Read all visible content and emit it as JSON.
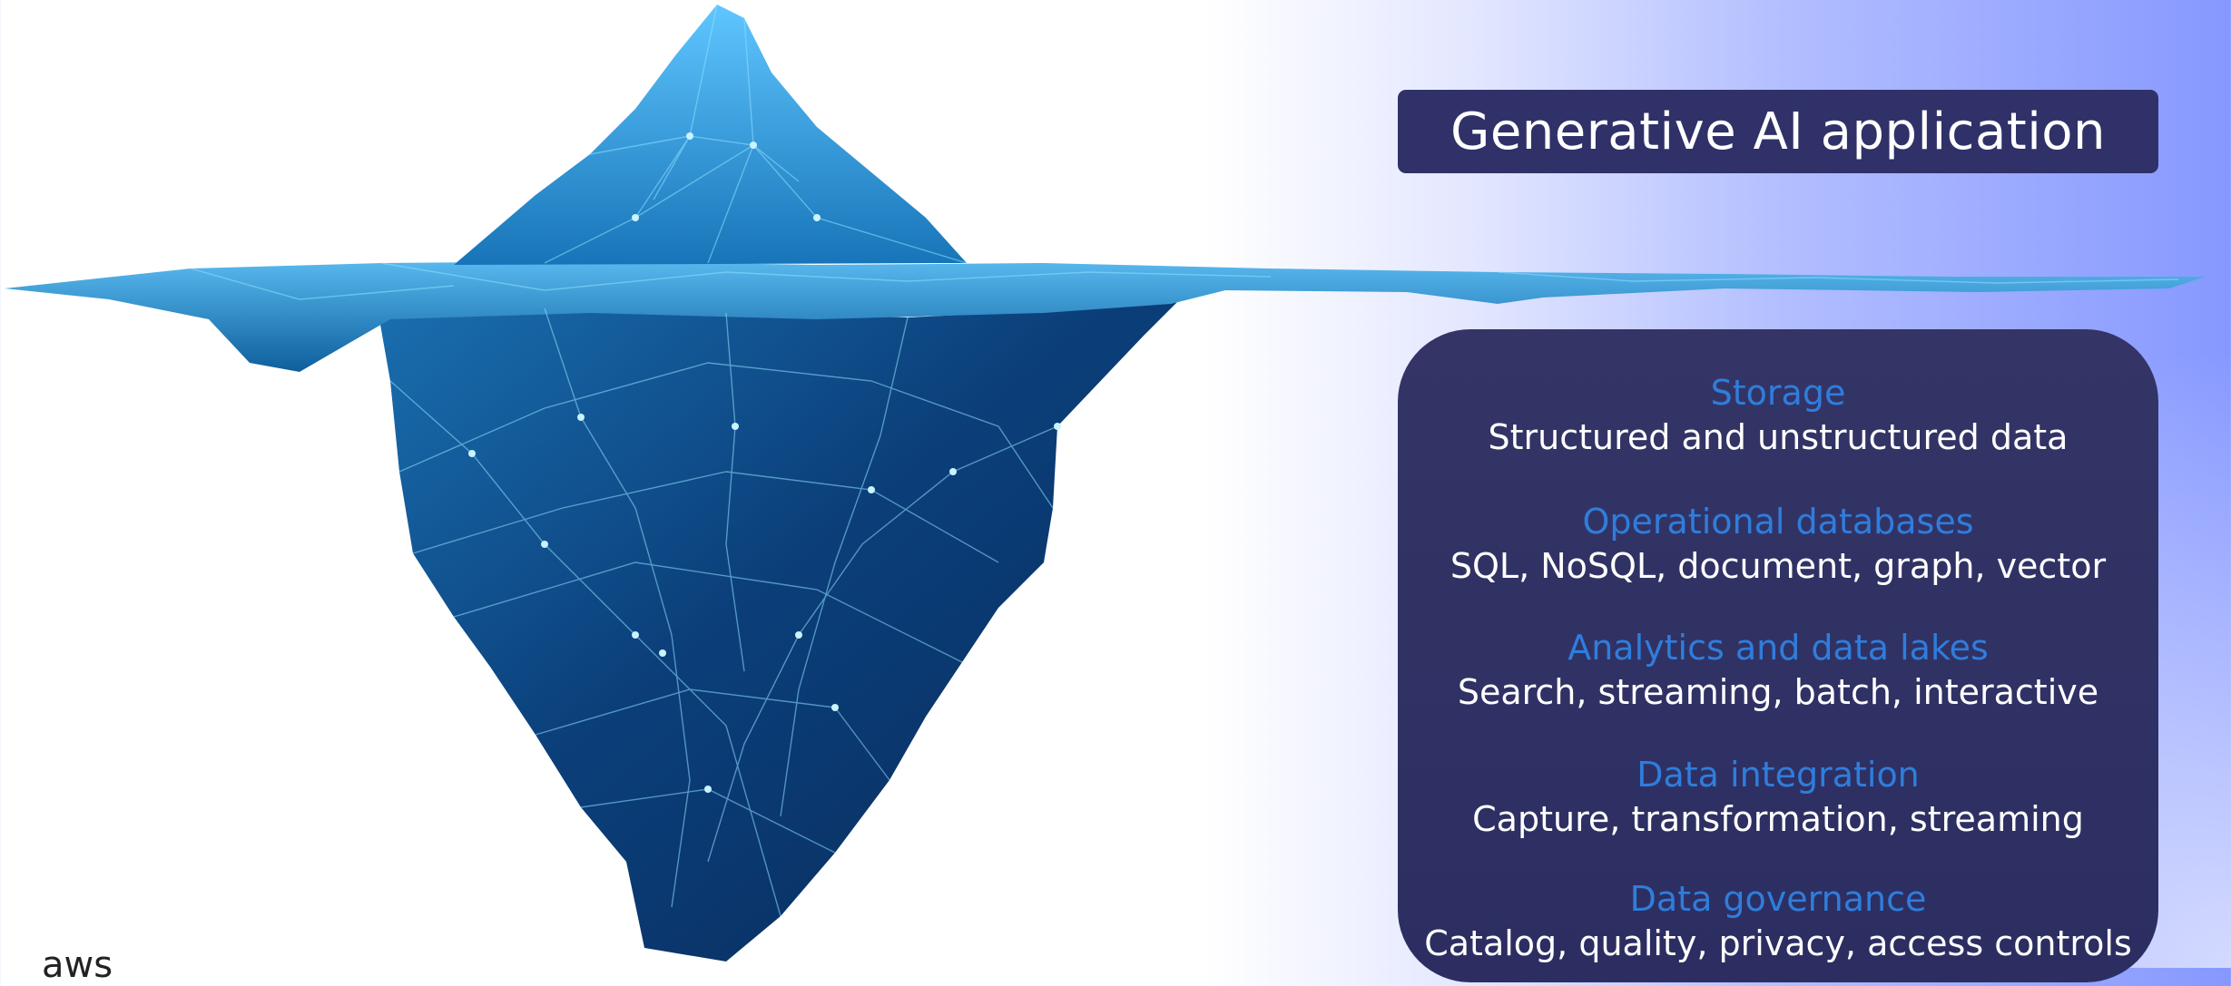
{
  "title": "Generative AI application",
  "layers": [
    {
      "title": "Storage",
      "desc": "Structured and unstructured data"
    },
    {
      "title": "Operational databases",
      "desc": "SQL, NoSQL, document, graph, vector"
    },
    {
      "title": "Analytics and data lakes",
      "desc": "Search, streaming, batch, interactive"
    },
    {
      "title": "Data integration",
      "desc": "Capture, transformation, streaming"
    },
    {
      "title": "Data governance",
      "desc": "Catalog, quality, privacy, access controls"
    }
  ],
  "logo": "aws",
  "icons": {
    "iceberg": "iceberg-illustration"
  },
  "colors": {
    "box": "#2f3168",
    "layer_title": "#2f7ddc",
    "layer_desc": "#ffffff",
    "background_right": "#8698ff"
  }
}
